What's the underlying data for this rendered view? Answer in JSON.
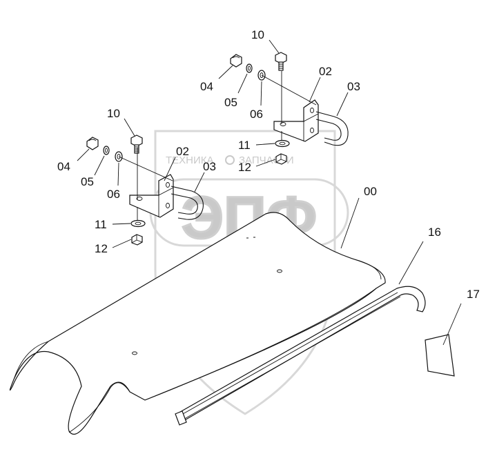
{
  "watermark": {
    "top_text_left": "ТЕХНИКА",
    "top_text_right": "ЗАПЧАСТИ",
    "logo_text": "ЭПФ"
  },
  "callouts": {
    "c10a": "10",
    "c04a": "04",
    "c05a": "05",
    "c06a": "06",
    "c02a": "02",
    "c03a": "03",
    "c11a": "11",
    "c12a": "12",
    "c10b": "10",
    "c04b": "04",
    "c05b": "05",
    "c06b": "06",
    "c02b": "02",
    "c03b": "03",
    "c11b": "11",
    "c12b": "12",
    "c00": "00",
    "c16": "16",
    "c17": "17"
  }
}
